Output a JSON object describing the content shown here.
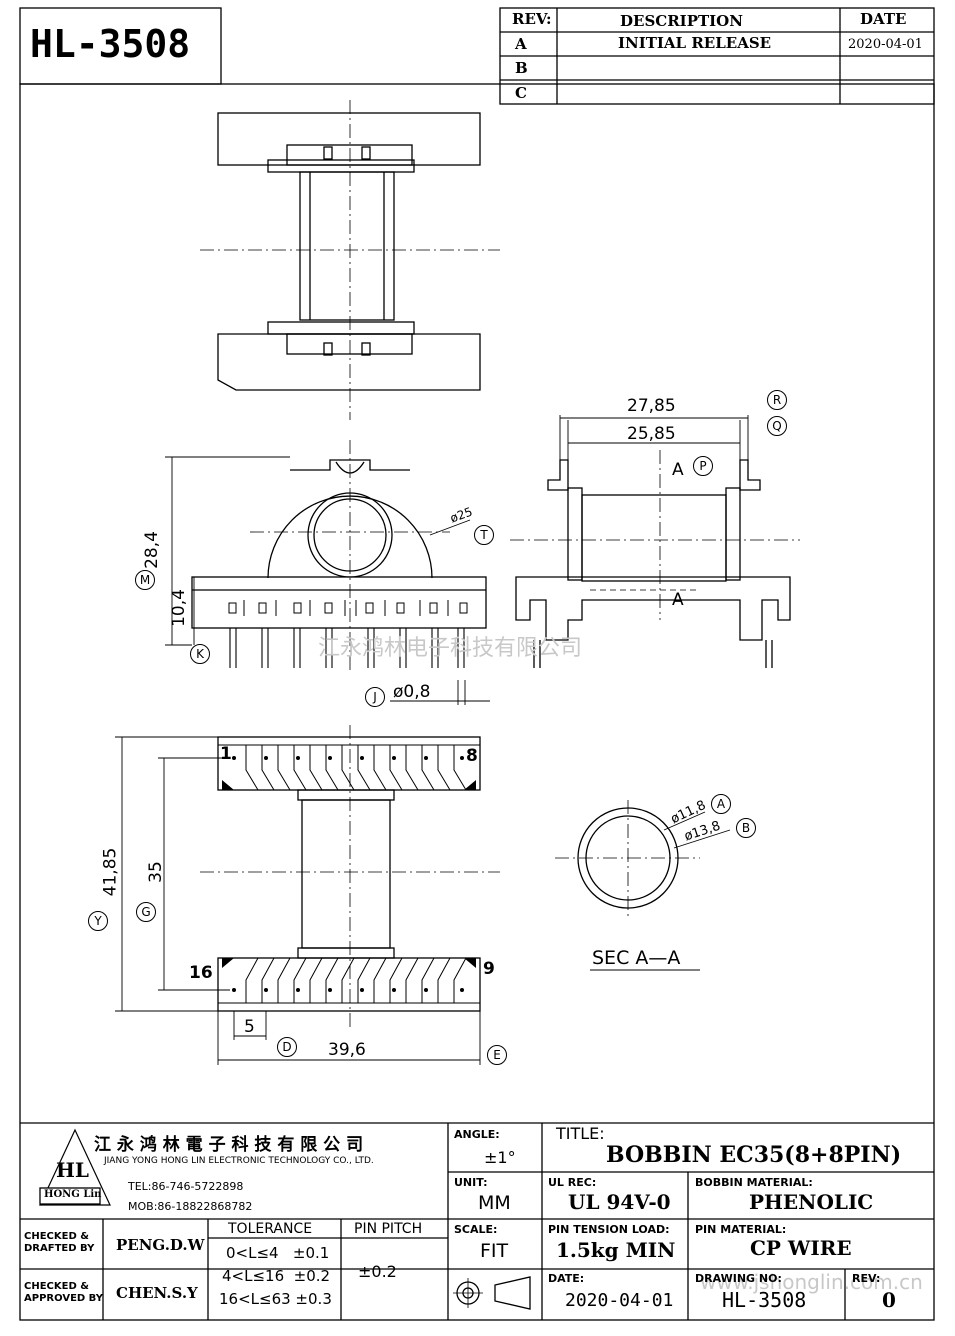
{
  "part_number": "HL-3508",
  "revision_table": {
    "headers": {
      "rev": "REV:",
      "description": "DESCRIPTION",
      "date": "DATE"
    },
    "rows": [
      {
        "rev": "A",
        "description": "INITIAL  RELEASE",
        "date": "2020-04-01"
      },
      {
        "rev": "B",
        "description": "",
        "date": ""
      },
      {
        "rev": "C",
        "description": "",
        "date": ""
      }
    ]
  },
  "dimensions": {
    "top_width_outer": "27,85",
    "top_width_inner": "25,85",
    "bore": "ø25",
    "height_total": "28,4",
    "height_base": "10,4",
    "pin_diameter": "ø0,8",
    "overall_length": "41,85",
    "pin_row_spacing": "35",
    "pin_pitch": "5",
    "overall_width": "39,6",
    "section_inner": "ø11,8",
    "section_outer": "ø13,8",
    "section_label": "SEC  A—A",
    "section_mark": "A"
  },
  "markers": {
    "R": "R",
    "Q": "Q",
    "P": "P",
    "T": "T",
    "M": "M",
    "K": "K",
    "J": "J",
    "A": "A",
    "B": "B",
    "Y": "Y",
    "G": "G",
    "D": "D",
    "E": "E"
  },
  "pin_labels": {
    "p1": "1",
    "p8": "8",
    "p16": "16",
    "p9": "9"
  },
  "watermark_cn": "江永鸿林电子科技有限公司",
  "watermark_url": "www.jshonglin.com.cn",
  "title_block": {
    "company_cn": "江 永 鸿 林 電 子 科 技 有 限 公 司",
    "company_en": "JIANG YONG HONG LIN ELECTRONIC TECHNOLOGY CO., LTD.",
    "logo_text": "HL",
    "logo_sub": "HONG Lin",
    "tel": "TEL:86-746-5722898",
    "mob": "MOB:86-18822868782",
    "angle_label": "ANGLE:",
    "angle_value": "±1°",
    "title_label": "TITLE:",
    "title_value": "BOBBIN   EC35(8+8PIN)",
    "unit_label": "UNIT:",
    "unit_value": "MM",
    "ulrec_label": "UL REC:",
    "ulrec_value": "UL 94V-0",
    "material_label": "BOBBIN MATERIAL:",
    "material_value": "PHENOLIC",
    "checked_drafted_label": "CHECKED &\nDRAFTED BY",
    "checked_drafted_value": "PENG.D.W",
    "checked_approved_label": "CHECKED &\nAPPROVED BY",
    "checked_approved_value": "CHEN.S.Y",
    "tolerance_label": "TOLERANCE",
    "tolerance_rows": [
      "0<L≤4   ±0.1",
      "4<L≤16  ±0.2",
      "16<L≤63 ±0.3"
    ],
    "pin_pitch_label": "PIN PITCH",
    "pin_pitch_value": "±0.2",
    "scale_label": "SCALE:",
    "scale_value": "FIT",
    "pin_tension_label": "PIN TENSION LOAD:",
    "pin_tension_value": "1.5kg MIN",
    "pin_material_label": "PIN MATERIAL:",
    "pin_material_value": "CP WIRE",
    "date_label": "DATE:",
    "date_value": "2020-04-01",
    "drawing_no_label": "DRAWING NO:",
    "drawing_no_value": "HL-3508",
    "rev_label": "REV:",
    "rev_value": "0"
  }
}
